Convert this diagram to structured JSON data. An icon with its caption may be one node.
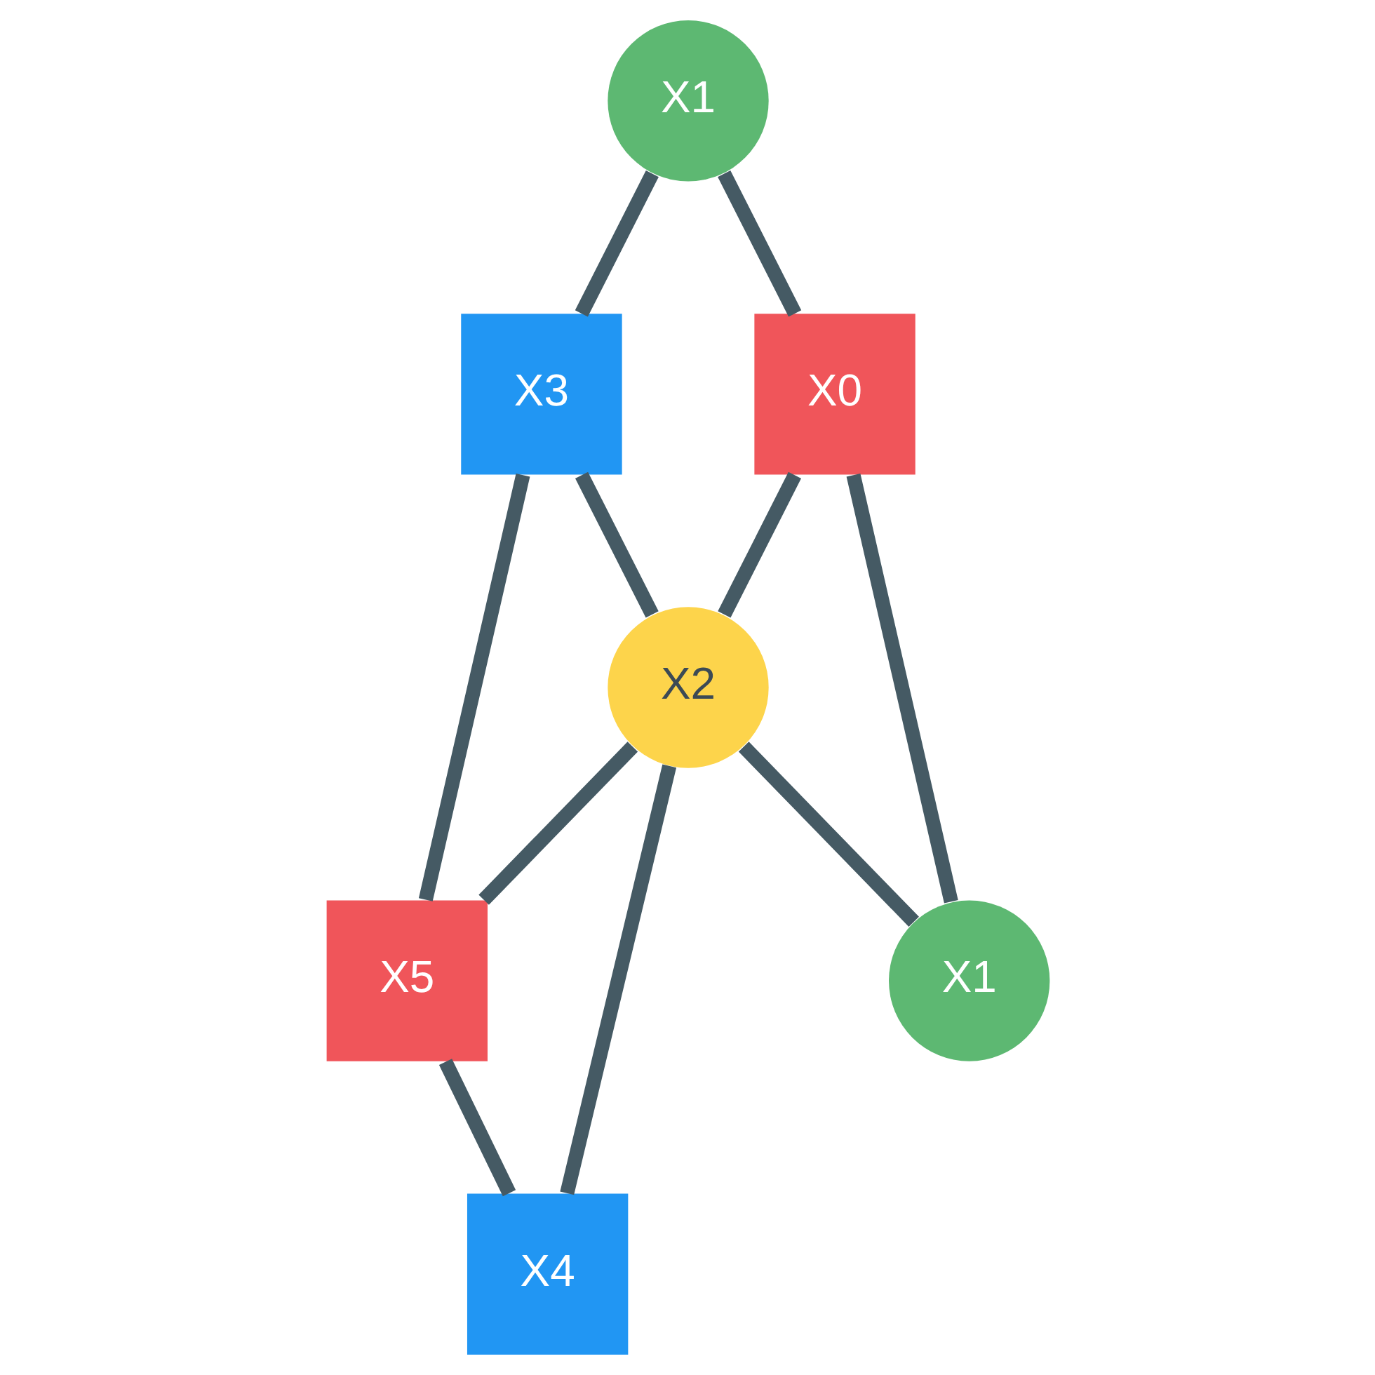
{
  "diagram": {
    "nodes": [
      {
        "text": [
          "X1"
        ]
      },
      {
        "text": [
          "X3"
        ]
      },
      {
        "text": [
          "X0"
        ]
      },
      {
        "text": [
          "X2"
        ]
      },
      {
        "text": [
          "X1"
        ]
      },
      {
        "text": [
          "X5"
        ]
      },
      {
        "text": [
          "X4"
        ]
      }
    ],
    "edges": [
      {
        "from": 0,
        "to": 1,
        "arrow": "none"
      },
      {
        "from": 0,
        "to": 2,
        "arrow": "none"
      },
      {
        "from": 1,
        "to": 3,
        "arrow": "none"
      },
      {
        "from": 1,
        "to": 5,
        "arrow": "none"
      },
      {
        "from": 2,
        "to": 3,
        "arrow": "none"
      },
      {
        "from": 2,
        "to": 4,
        "arrow": "none"
      },
      {
        "from": 3,
        "to": 4,
        "arrow": "none"
      },
      {
        "from": 3,
        "to": 5,
        "arrow": "none"
      },
      {
        "from": 3,
        "to": 6,
        "arrow": "none"
      },
      {
        "from": 5,
        "to": 6,
        "arrow": "none"
      }
    ]
  }
}
